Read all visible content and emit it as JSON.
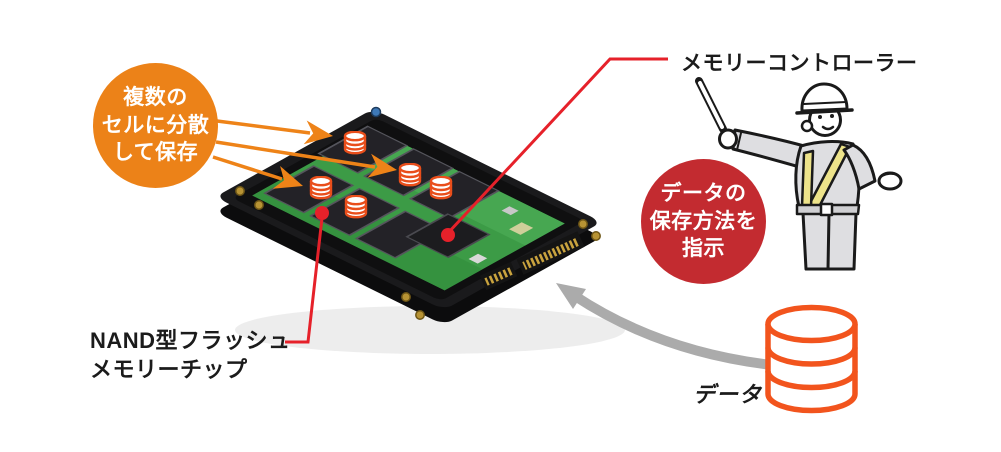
{
  "diagram": {
    "title_context": "SSD internal structure diagram",
    "bubble_distributed": {
      "text": "複数の\nセルに分散\nして保存",
      "color": "#EC8218"
    },
    "bubble_instruct": {
      "text": "データの\n保存方法を\n指示",
      "color": "#C32B30"
    },
    "label_memory_controller": "メモリーコントローラー",
    "label_nand": "NAND型フラッシュ\nメモリーチップ",
    "label_data": "データ",
    "icons": {
      "cell_storage": "database-cylinder-icon",
      "data_source": "database-cylinder-icon",
      "flow": "curved-arrow-icon",
      "person": "worker-with-baton-illustration"
    },
    "colors": {
      "arrow_orange": "#EE8318",
      "leader_red": "#E6212A",
      "mini_db_orange": "#E94E1B",
      "data_db_orange": "#F2541D",
      "flow_arrow_gray": "#ABABAB",
      "pcb_green": "#3C9B46",
      "tray_black": "#1A1A1C",
      "vest_yellow": "#EDE38A"
    }
  }
}
